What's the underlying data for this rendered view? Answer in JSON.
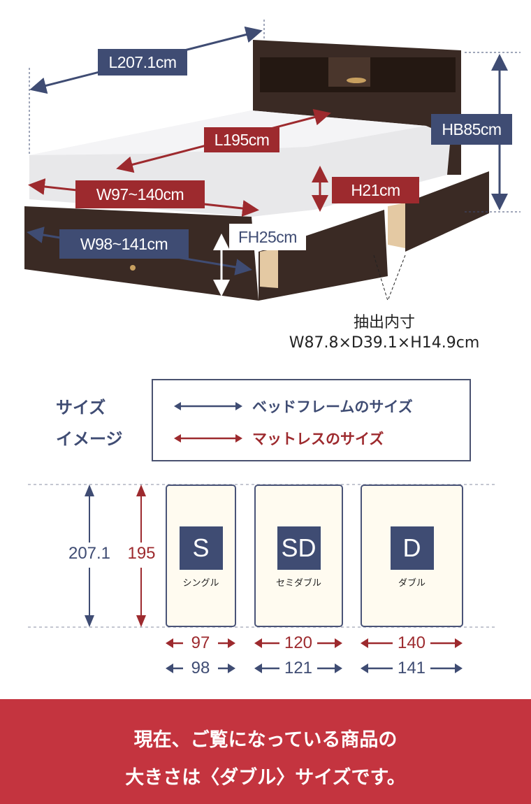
{
  "colors": {
    "navy": "#3f4c73",
    "red": "#9d2a2e",
    "banner": "#c4343f",
    "card": "#fffbf0"
  },
  "photo": {
    "bed_length": "L207.1cm",
    "mattress_length": "L195cm",
    "headboard_height": "HB85cm",
    "mattress_width": "W97~140cm",
    "mattress_height": "H21cm",
    "frame_width": "W98~141cm",
    "frame_height": "FH25cm",
    "drawer_title": "抽出内寸",
    "drawer_size": "W87.8×D39.1×H14.9cm"
  },
  "legend": {
    "title_line1": "サイズ",
    "title_line2": "イメージ",
    "frame_label": "ベッドフレームのサイズ",
    "mattress_label": "マットレスのサイズ"
  },
  "sizes": {
    "frame_length": "207.1",
    "mattress_length": "195",
    "items": [
      {
        "code": "S",
        "name": "シングル",
        "mattress_width": "97",
        "frame_width": "98"
      },
      {
        "code": "SD",
        "name": "セミダブル",
        "mattress_width": "120",
        "frame_width": "121"
      },
      {
        "code": "D",
        "name": "ダブル",
        "mattress_width": "140",
        "frame_width": "141"
      }
    ]
  },
  "banner": {
    "line1": "現在、ご覧になっている商品の",
    "line2": "大きさは〈ダブル〉サイズです。"
  }
}
